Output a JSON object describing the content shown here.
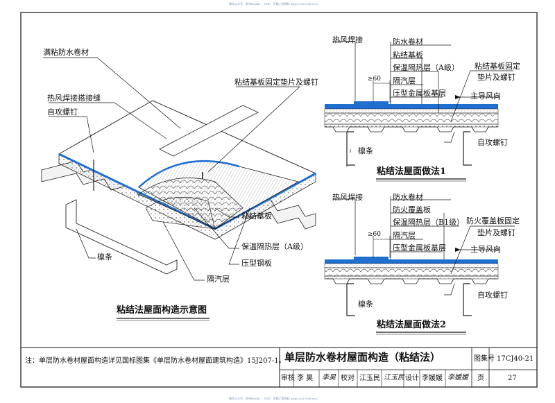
{
  "watermark_top": "微信公众号：筑书bookd ｜ PDF、天猫工程资料 https://321006.vcz/",
  "watermark_bottom": "微信公众号：筑书bookd ｜ PDF、天猫工程资料 https://321006.vcz/",
  "perspective": {
    "caption": "粘结法屋面构造示意图",
    "labels": {
      "membrane_full": "满粘防水卷材",
      "base_board_fix": "粘结基板固定垫片及螺钉",
      "hot_air_seam": "热风焊接搭接缝",
      "self_tap_screw": "自攻螺钉",
      "base_board": "粘结基板",
      "insulation": "保温隔热层（A级）",
      "steel_deck": "压型钢板",
      "vapor_barrier": "隔汽层",
      "purlin": "檩条"
    }
  },
  "method1": {
    "caption": "粘结法屋面做法1",
    "hot_air_weld": "热风焊接",
    "dim": "≥60",
    "layers": [
      "防水卷材",
      "粘结基板",
      "保温隔热层（A级）",
      "隔汽层",
      "压型金属板基层"
    ],
    "fix_label_1": "粘结基板固定",
    "fix_label_2": "垫片及螺钉",
    "wind": "主导风向",
    "screw": "自攻螺钉",
    "purlin": "檩条"
  },
  "method2": {
    "caption": "粘结法屋面做法2",
    "hot_air_weld": "热风焊接",
    "dim": "≥60",
    "layers": [
      "防水卷材",
      "防火覆盖板",
      "保温隔热层（B1级）",
      "隔汽层",
      "压型金属板基层"
    ],
    "fix_label_1": "防火覆盖板固定",
    "fix_label_2": "垫片及螺钉",
    "wind": "主导风向",
    "screw": "自攻螺钉",
    "purlin": "檩条"
  },
  "note": "注：单层防水卷材屋面构造详见国标图集《单层防水卷材屋面建筑构造》15J207-1。",
  "title_block": {
    "title": "单层防水卷材屋面构造（粘结法）",
    "atlas_label": "图集号",
    "atlas_no": "17CJ40-21",
    "review_label": "审核",
    "reviewer": "李 昊",
    "reviewer_sign": "李昊",
    "check_label": "校对",
    "checker": "江玉民",
    "checker_sign": "江玉民",
    "design_label": "设计",
    "designer": "李媛媛",
    "designer_sign": "李媛媛",
    "page_label": "页",
    "page_no": "27"
  },
  "colors": {
    "membrane": "#1f6fd0",
    "line": "#111111",
    "hatch": "#555555"
  }
}
